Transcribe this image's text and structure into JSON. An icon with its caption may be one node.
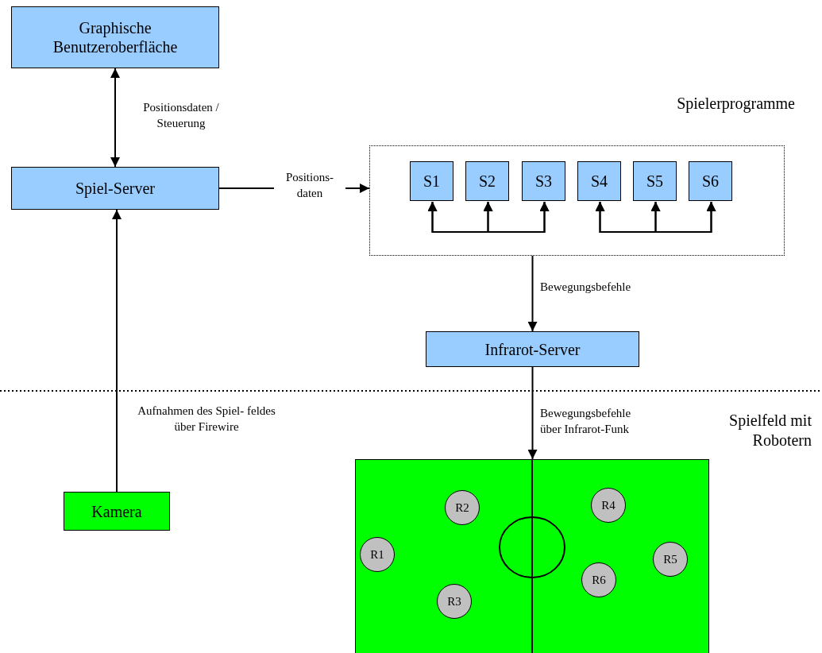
{
  "diagram": {
    "nodes": [
      {
        "text": [
          "Graphische Benutzeroberfläche"
        ]
      },
      {
        "text": [
          "Spiel-Server"
        ]
      },
      {
        "text": [
          "Spielerprogramme"
        ]
      },
      {
        "text": [
          "S1"
        ],
        "in": 2
      },
      {
        "text": [
          "S2"
        ],
        "in": 2
      },
      {
        "text": [
          "S3"
        ],
        "in": 2
      },
      {
        "text": [
          "S4"
        ],
        "in": 2
      },
      {
        "text": [
          "S5"
        ],
        "in": 2
      },
      {
        "text": [
          "S6"
        ],
        "in": 2
      },
      {
        "text": [
          "Infrarot-Server"
        ]
      },
      {
        "text": [
          "Kamera"
        ]
      },
      {
        "text": [
          "Spielfeld mit Robotern"
        ]
      },
      {
        "text": [
          "R1"
        ],
        "in": 11
      },
      {
        "text": [
          "R2"
        ],
        "in": 11
      },
      {
        "text": [
          "R3"
        ],
        "in": 11
      },
      {
        "text": [
          "R4"
        ],
        "in": 11
      },
      {
        "text": [
          "R5"
        ],
        "in": 11
      },
      {
        "text": [
          "R6"
        ],
        "in": 11
      }
    ],
    "edges": [
      {
        "from": 0,
        "to": 1,
        "arrow": "both",
        "label": "Positionsdaten / Steuerung"
      },
      {
        "from": 1,
        "to": 2,
        "arrow": "to",
        "label": "Positions- daten"
      },
      {
        "from": 10,
        "to": 1,
        "arrow": "to",
        "label": "Aufnahmen des Spiel- feldes über Firewire"
      },
      {
        "from": 2,
        "to": 9,
        "arrow": "to",
        "label": "Bewegungsbefehle"
      },
      {
        "from": 9,
        "to": 11,
        "arrow": "to",
        "label": "Bewegungsbefehle über Infrarot-Funk"
      },
      {
        "from": 3,
        "to": 4,
        "arrow": "both"
      },
      {
        "from": 4,
        "to": 5,
        "arrow": "both"
      },
      {
        "from": 3,
        "to": 5,
        "arrow": "both"
      },
      {
        "from": 6,
        "to": 7,
        "arrow": "both"
      },
      {
        "from": 7,
        "to": 8,
        "arrow": "both"
      },
      {
        "from": 6,
        "to": 8,
        "arrow": "both"
      }
    ]
  }
}
